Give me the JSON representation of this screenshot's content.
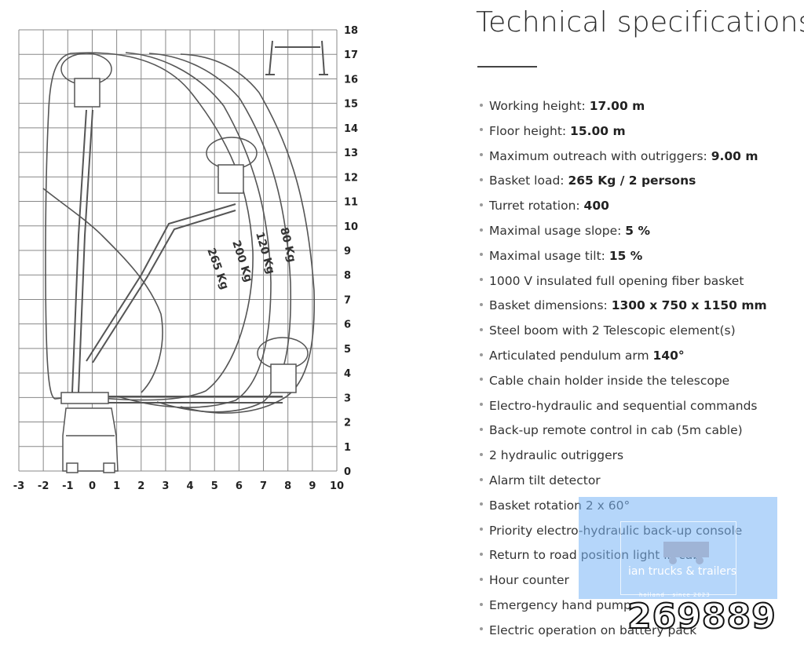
{
  "page": {
    "title": "Technical specifications"
  },
  "chart": {
    "x_ticks": [
      "-3",
      "-2",
      "-1",
      "0",
      "1",
      "2",
      "3",
      "4",
      "5",
      "6",
      "7",
      "8",
      "9",
      "10"
    ],
    "y_ticks": [
      "0",
      "1",
      "2",
      "3",
      "4",
      "5",
      "6",
      "7",
      "8",
      "9",
      "10",
      "11",
      "12",
      "13",
      "14",
      "15",
      "16",
      "17",
      "18"
    ],
    "x_range": [
      -3,
      10
    ],
    "y_range": [
      0,
      18
    ],
    "grid": true,
    "load_curves": [
      {
        "label": "265 Kg"
      },
      {
        "label": "200 Kg"
      },
      {
        "label": "120 Kg"
      },
      {
        "label": "80 Kg"
      }
    ]
  },
  "specs": [
    {
      "label": "Working height: ",
      "value": "17.00 m"
    },
    {
      "label": "Floor height: ",
      "value": "15.00 m"
    },
    {
      "label": "Maximum outreach with outriggers: ",
      "value": "9.00 m"
    },
    {
      "label": "Basket load: ",
      "value": "265 Kg / 2 persons"
    },
    {
      "label": "Turret rotation: ",
      "value": "400"
    },
    {
      "label": "Maximal usage slope: ",
      "value": "5 %"
    },
    {
      "label": "Maximal usage tilt: ",
      "value": "15 %"
    },
    {
      "label": "1000 V insulated full opening fiber basket",
      "value": ""
    },
    {
      "label": "Basket dimensions: ",
      "value": "1300 x 750 x 1150 mm"
    },
    {
      "label": "Steel boom with 2 Telescopic element(s)",
      "value": ""
    },
    {
      "label": "Articulated pendulum arm ",
      "value": "140°"
    },
    {
      "label": "Cable chain holder inside the telescope",
      "value": ""
    },
    {
      "label": "Electro-hydraulic and sequential commands",
      "value": ""
    },
    {
      "label": "Back-up remote control in cab (5m cable)",
      "value": ""
    },
    {
      "label": "2 hydraulic outriggers",
      "value": ""
    },
    {
      "label": "Alarm tilt detector",
      "value": ""
    },
    {
      "label": "Basket rotation 2 x 60°",
      "value": ""
    },
    {
      "label": "Priority electro-hydraulic back-up console",
      "value": ""
    },
    {
      "label": "Return to road position light in cab",
      "value": ""
    },
    {
      "label": "Hour counter",
      "value": ""
    },
    {
      "label": "Emergency hand pump",
      "value": ""
    },
    {
      "label": "Electric operation on battery pack",
      "value": ""
    }
  ],
  "watermark": {
    "name": "ian trucks & trailers",
    "tagline": "holland · since 2023",
    "id": "269889"
  }
}
